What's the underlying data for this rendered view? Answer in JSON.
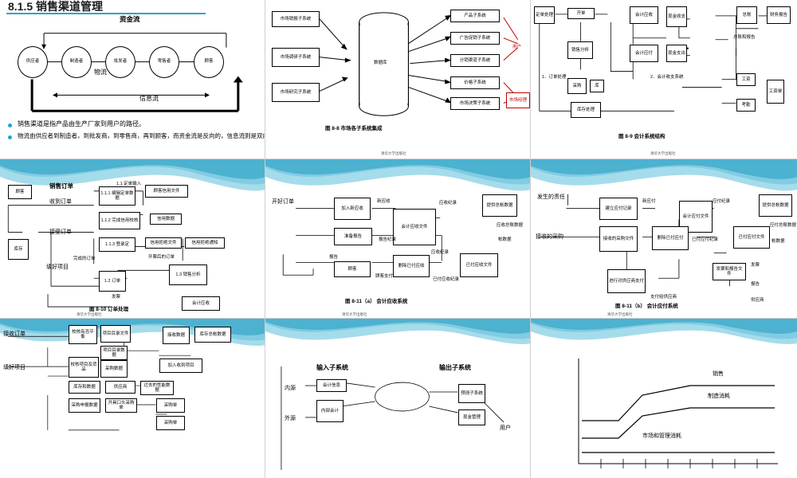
{
  "deck": {
    "publisher": "清华大学出版社",
    "slides": [
      {
        "id": "s1",
        "header": "8.1.5 销售渠道管理",
        "title": "资金流",
        "nodes": [
          "供应者",
          "制造者",
          "批发者",
          "零售者",
          "顾客"
        ],
        "flow_labels": [
          "物流",
          "信息流"
        ],
        "bullets": [
          "销售渠道是指产品由生产厂家到用户的路径。",
          "物流由供应者到制造者，到批发商，到零售商，再到顾客，而资金流是反向的，信息流则是双向。"
        ]
      },
      {
        "id": "s2",
        "caption": "图 8-8    市场各子系统集成",
        "left_nodes": [
          "市场销报子系统",
          "市场调研子系统",
          "市场研究子系统"
        ],
        "center": "数据库",
        "right_nodes": [
          "产品子系统",
          "广告促销子系统",
          "分销渠道子系统",
          "价格子系统",
          "市场决策子系统"
        ],
        "out_labels": [
          "用户",
          "市场经理"
        ]
      },
      {
        "id": "s3",
        "caption": "图 8-9    会计系统结构",
        "groups": [
          "1．订单处理",
          "2．会计收支系统"
        ],
        "nodes": [
          "定单处理",
          "开单",
          "销售分析",
          "采购",
          "库存处理",
          "库",
          "会计应收",
          "现金收支",
          "会计应付",
          "现金支出",
          "总账",
          "财务报告",
          "总账和报告",
          "工资",
          "考勤",
          "工资单"
        ]
      },
      {
        "id": "s4",
        "caption": "图 8-10    订单处理",
        "title_left": "销售订单",
        "nodes": [
          "顾客",
          "库存",
          "1.1.1 编辑定单数据",
          "1.1.2 完成信用校核",
          "1.1.3 登录定",
          "1.2 订单",
          "1.3 销售分析",
          "会计应收"
        ],
        "labels": [
          "1.1 定单输入",
          "顾客信用文件",
          "信用数据",
          "信用拒绝文件",
          "信用拒绝通知",
          "收到订单",
          "接受订单",
          "填好项目",
          "完成的订单",
          "开票后的订单",
          "发票"
        ]
      },
      {
        "id": "s5",
        "caption": "图 8-11（a）    会计应收系统",
        "nodes": [
          "加入新应收",
          "准备报告",
          "会计应收文件",
          "删除已付应收",
          "提供总帐数据",
          "已付应收文件",
          "顾客"
        ],
        "labels": [
          "开好订单",
          "新应收",
          "应收纪录",
          "报告纪录",
          "报告",
          "应收纪录",
          "顾客支付",
          "已付应收纪录",
          "应收总账数据",
          "帐数据"
        ]
      },
      {
        "id": "s6",
        "caption": "图 8-11（b）    会计应付系统",
        "nodes": [
          "建立应付记录",
          "会计应付文件",
          "提供总帐数据",
          "接收的采购文件",
          "删除已付应付",
          "已付应付文件",
          "进行对供应商支付",
          "发票和报告文件"
        ],
        "labels": [
          "发生的责任",
          "新应付",
          "应付纪录",
          "应付文件",
          "应付总账数据",
          "帐数据",
          "接收的采购",
          "已付应付纪录",
          "支付给供应商",
          "发票",
          "报告",
          "供应商"
        ]
      },
      {
        "id": "s7",
        "nodes": [
          "接收订单",
          "校核有否平衡",
          "项目目录文件",
          "项目目录数据",
          "接收数据",
          "库存总帐数据",
          "填好项目",
          "校核项目及货品",
          "采购数据",
          "加入收到项目",
          "加入收到项目",
          "过去的性能数据",
          "库存和数据",
          "采购申报数据",
          "供应商",
          "采购单",
          "开具口头采购单",
          "采购单"
        ]
      },
      {
        "id": "s8",
        "nodes": [
          "输入子系统",
          "输出子系统",
          "内源",
          "外源",
          "会计信息",
          "内部会计",
          "预测子系统",
          "现金管理",
          "用户"
        ]
      },
      {
        "id": "s9",
        "labels": [
          "销售",
          "制造消耗",
          "市场和管理消耗"
        ]
      }
    ]
  }
}
